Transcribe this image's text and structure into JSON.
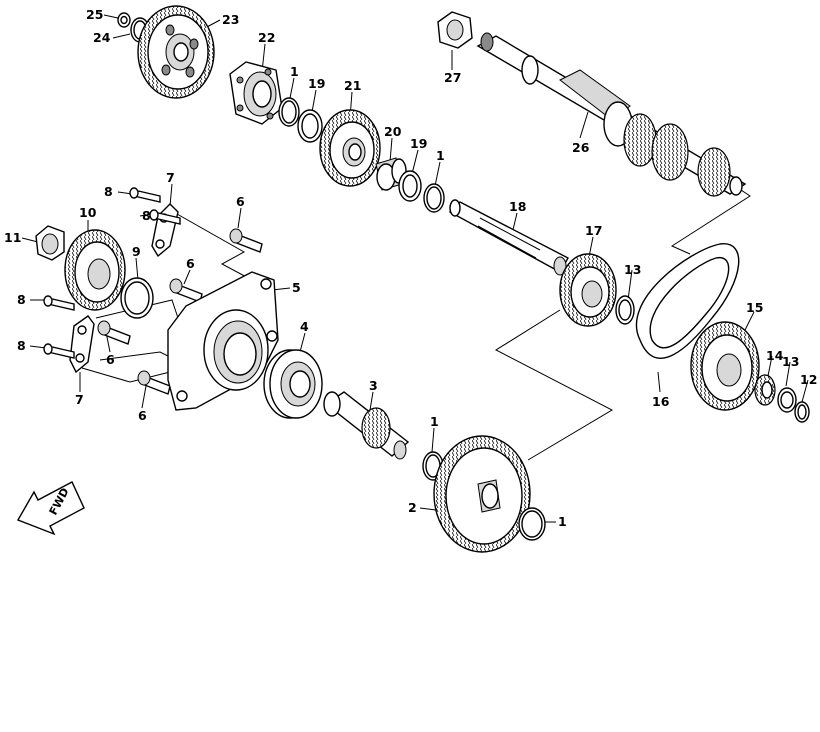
{
  "diagram": {
    "callouts": [
      {
        "id": "c25",
        "label": "25"
      },
      {
        "id": "c24",
        "label": "24"
      },
      {
        "id": "c23",
        "label": "23"
      },
      {
        "id": "c22",
        "label": "22"
      },
      {
        "id": "c1a",
        "label": "1"
      },
      {
        "id": "c19a",
        "label": "19"
      },
      {
        "id": "c21",
        "label": "21"
      },
      {
        "id": "c20",
        "label": "20"
      },
      {
        "id": "c19b",
        "label": "19"
      },
      {
        "id": "c1b",
        "label": "1"
      },
      {
        "id": "c27",
        "label": "27"
      },
      {
        "id": "c26",
        "label": "26"
      },
      {
        "id": "c18",
        "label": "18"
      },
      {
        "id": "c17",
        "label": "17"
      },
      {
        "id": "c13a",
        "label": "13"
      },
      {
        "id": "c15",
        "label": "15"
      },
      {
        "id": "c14",
        "label": "14"
      },
      {
        "id": "c13b",
        "label": "13"
      },
      {
        "id": "c12",
        "label": "12"
      },
      {
        "id": "c16",
        "label": "16"
      },
      {
        "id": "c11",
        "label": "11"
      },
      {
        "id": "c10",
        "label": "10"
      },
      {
        "id": "c9",
        "label": "9"
      },
      {
        "id": "c8a",
        "label": "8"
      },
      {
        "id": "c8b",
        "label": "8"
      },
      {
        "id": "c8c",
        "label": "8"
      },
      {
        "id": "c8d",
        "label": "8"
      },
      {
        "id": "c7a",
        "label": "7"
      },
      {
        "id": "c7b",
        "label": "7"
      },
      {
        "id": "c6a",
        "label": "6"
      },
      {
        "id": "c6b",
        "label": "6"
      },
      {
        "id": "c6c",
        "label": "6"
      },
      {
        "id": "c6d",
        "label": "6"
      },
      {
        "id": "c5",
        "label": "5"
      },
      {
        "id": "c4",
        "label": "4"
      },
      {
        "id": "c3",
        "label": "3"
      },
      {
        "id": "c1c",
        "label": "1"
      },
      {
        "id": "c2",
        "label": "2"
      },
      {
        "id": "c1d",
        "label": "1"
      }
    ],
    "fwd_label": "FWD"
  }
}
